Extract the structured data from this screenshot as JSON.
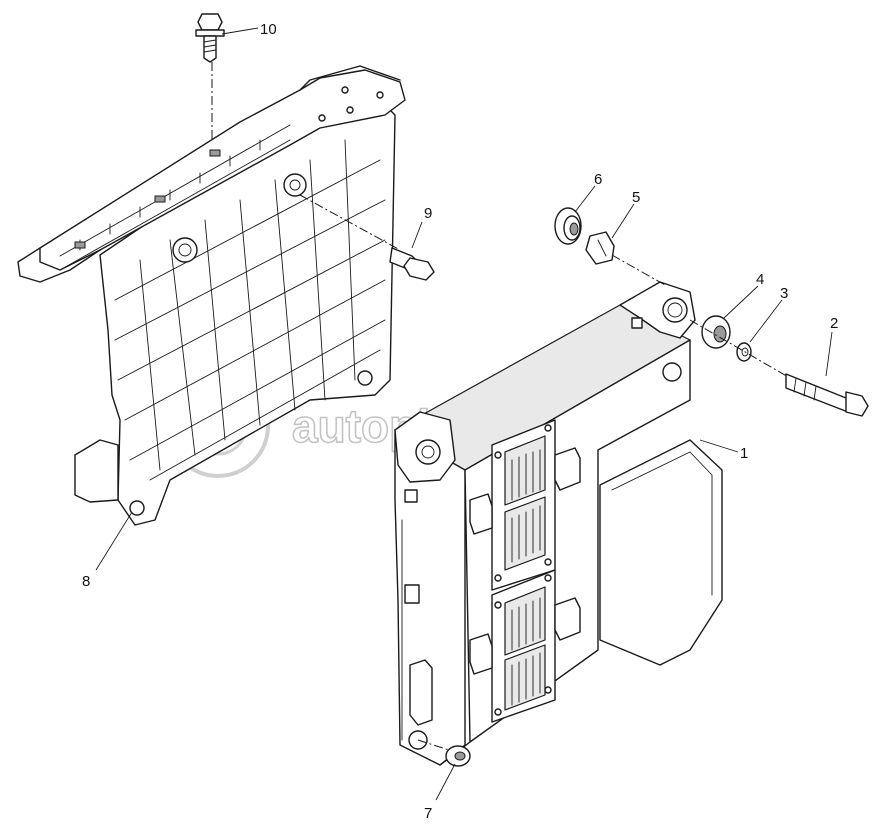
{
  "watermark": {
    "text": "autopiter.ru"
  },
  "callouts": [
    {
      "id": "1",
      "label": "1"
    },
    {
      "id": "2",
      "label": "2"
    },
    {
      "id": "3",
      "label": "3"
    },
    {
      "id": "4",
      "label": "4"
    },
    {
      "id": "5",
      "label": "5"
    },
    {
      "id": "6",
      "label": "6"
    },
    {
      "id": "7",
      "label": "7"
    },
    {
      "id": "8",
      "label": "8"
    },
    {
      "id": "9",
      "label": "9"
    },
    {
      "id": "10",
      "label": "10"
    }
  ]
}
